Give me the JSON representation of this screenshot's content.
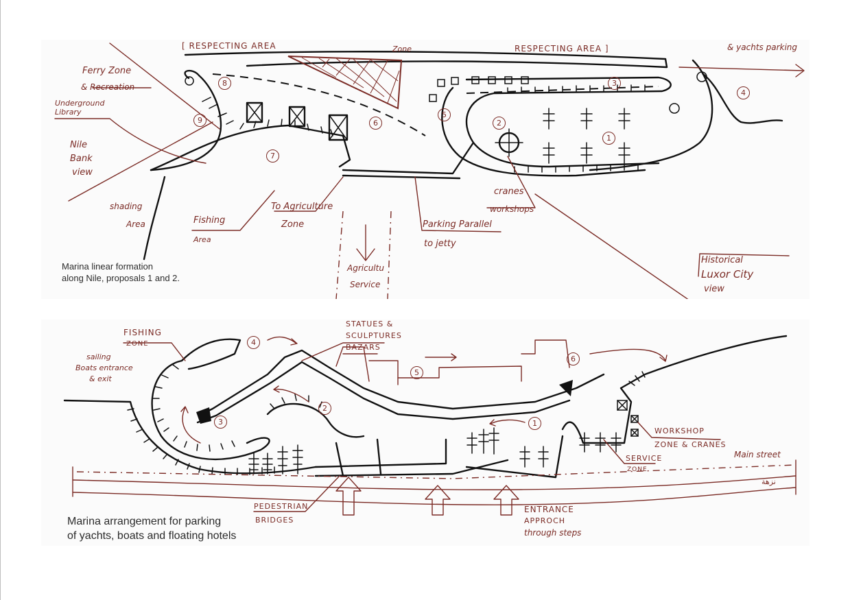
{
  "figure_top": {
    "caption_line1": "Marina linear formation",
    "caption_line2": "along Nile, proposals 1 and 2.",
    "labels": {
      "respecting_area_left": "[ RESPECTING AREA",
      "zone": "Zone",
      "respecting_area_right": "RESPECTING AREA ]",
      "yachts_parking": "& yachts parking",
      "ferry_zone": "Ferry Zone",
      "recreation": "& Recreation",
      "underground_library": "Underground Library",
      "nile_bank_view_1": "Nile",
      "nile_bank_view_2": "Bank",
      "nile_bank_view_3": "view",
      "shading_area_1": "shading",
      "shading_area_2": "Area",
      "fishing_area_1": "Fishing",
      "fishing_area_2": "Area",
      "to_agriculture_1": "To Agriculture",
      "to_agriculture_2": "Zone",
      "agriculture_service_1": "Agricultu",
      "agriculture_service_2": "Service",
      "parking_parallel_1": "Parking Parallel",
      "parking_parallel_2": "to jetty",
      "cranes": "cranes",
      "workshops": "workshops",
      "historical_1": "Historical",
      "historical_2": "Luxor City",
      "historical_3": "view"
    },
    "zone_numbers": [
      "1",
      "2",
      "3",
      "4",
      "5",
      "6",
      "7",
      "8",
      "9"
    ]
  },
  "figure_bottom": {
    "caption_line1": "Marina arrangement for parking",
    "caption_line2": "of yachts, boats and floating hotels",
    "labels": {
      "fishing_zone_1": "FISHING",
      "fishing_zone_2": "ZONE",
      "sailing_1": "sailing",
      "sailing_2": "Boats entrance",
      "sailing_3": "& exit",
      "statues_1": "STATUES &",
      "statues_2": "SCULPTURES",
      "statues_3": "BAZARS",
      "workshop_1": "WORKSHOP",
      "workshop_2": "ZONE & CRANES",
      "service_1": "SERVICE",
      "service_2": "ZONE",
      "main_street": "Main street",
      "arabic_note": "نزهة",
      "pedestrian_1": "PEDESTRIAN",
      "pedestrian_2": "BRIDGES",
      "entrance_1": "ENTRANCE",
      "entrance_2": "APPROCH",
      "entrance_3": "through steps"
    },
    "zone_numbers": [
      "1",
      "2",
      "3",
      "4",
      "5",
      "6"
    ]
  },
  "colors": {
    "ink": "#111111",
    "annotation": "#7a2a24",
    "caption": "#2b2b2b"
  }
}
